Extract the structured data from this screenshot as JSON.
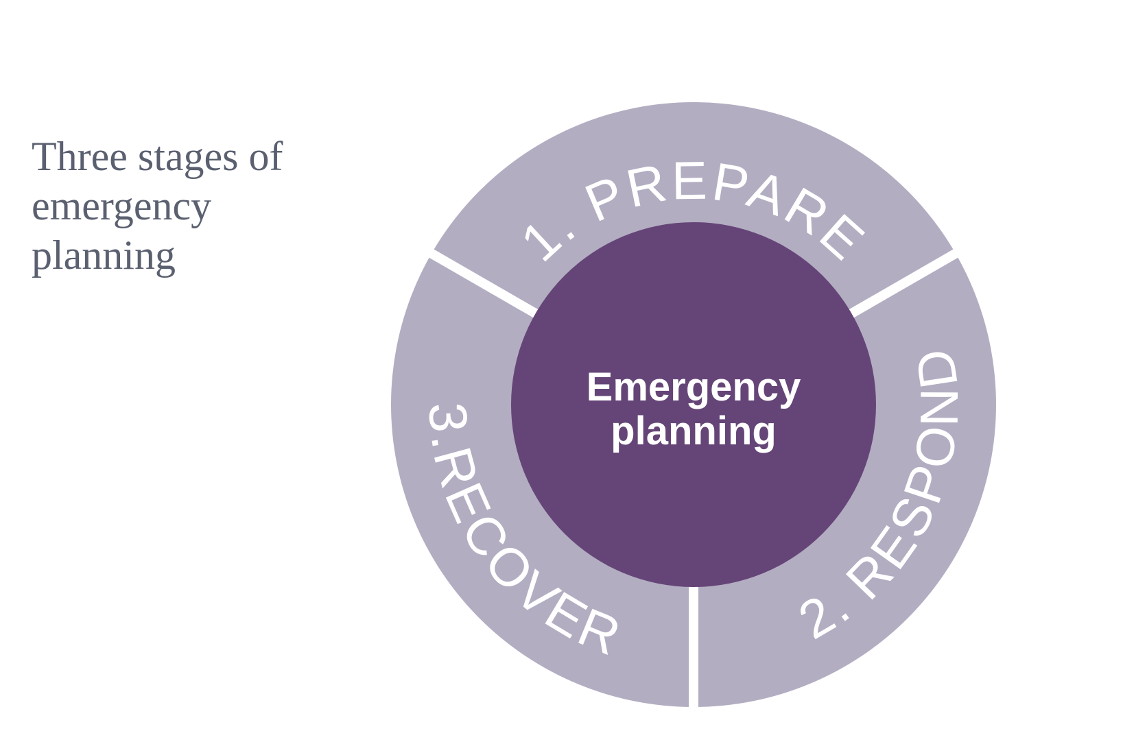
{
  "title": {
    "lines": [
      "Three stages of",
      "emergency",
      "planning"
    ]
  },
  "diagram": {
    "center": {
      "lines": [
        "Emergency",
        "planning"
      ]
    },
    "stages": [
      {
        "label": "1. PREPARE"
      },
      {
        "label": "2. RESPOND"
      },
      {
        "label": "3.RECOVER"
      }
    ],
    "colors": {
      "ring": "#b3adc2",
      "center": "#654577",
      "text": "#ffffff",
      "title": "#5b6070"
    }
  }
}
